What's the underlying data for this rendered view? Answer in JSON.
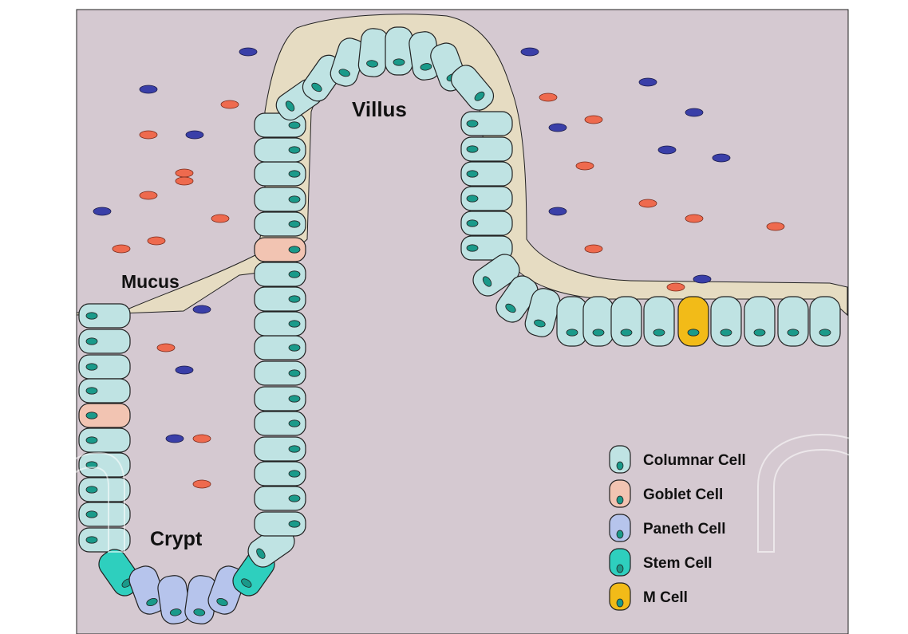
{
  "labels": {
    "villus": "Villus",
    "mucus": "Mucus",
    "crypt": "Crypt"
  },
  "legend": [
    {
      "label": "Columnar Cell",
      "cell": "columnar"
    },
    {
      "label": "Goblet Cell",
      "cell": "goblet"
    },
    {
      "label": "Paneth Cell",
      "cell": "paneth"
    },
    {
      "label": "Stem Cell",
      "cell": "stem"
    },
    {
      "label": "M Cell",
      "cell": "mcell"
    }
  ],
  "colors": {
    "background": "#d5c9d1",
    "mucus": "#e6dcc2",
    "columnar": "#bfe3e3",
    "goblet": "#f2c4b2",
    "paneth": "#b6c4ec",
    "stem": "#2ecfbe",
    "mcell": "#f2bb18",
    "nucleus": "#1a9a8a",
    "bacteria_blue": "#3a3fa8",
    "bacteria_red": "#ee6a4e"
  }
}
